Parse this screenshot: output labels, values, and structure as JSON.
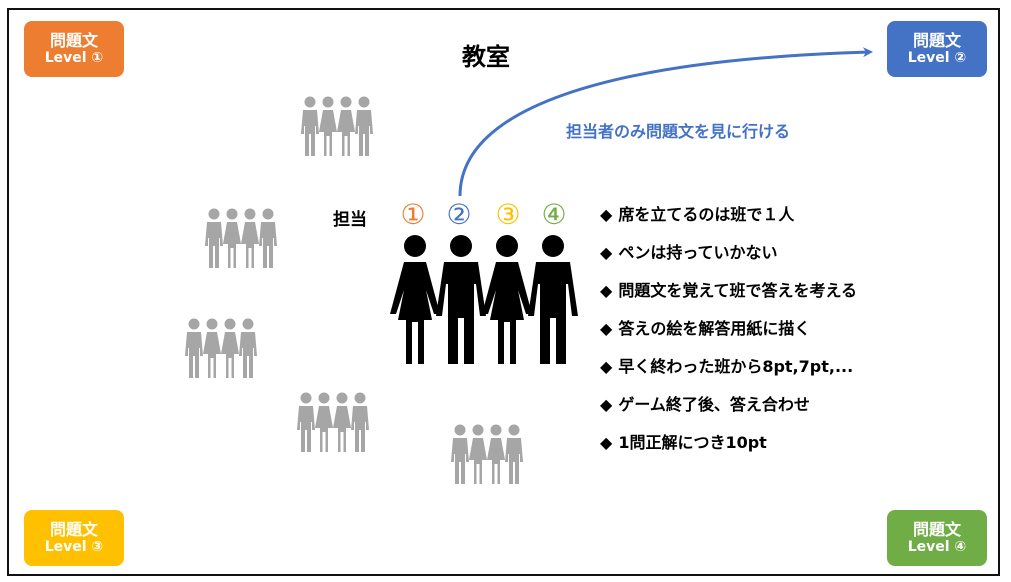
{
  "room_title": "教室",
  "caption": "担当者のみ問題文を見に行ける",
  "tanto_label": "担当",
  "number_labels": [
    "①",
    "②",
    "③",
    "④"
  ],
  "level_boxes": [
    {
      "title": "問題文",
      "level": "Level ①",
      "color": "#ED7D31"
    },
    {
      "title": "問題文",
      "level": "Level ②",
      "color": "#4472C4"
    },
    {
      "title": "問題文",
      "level": "Level ③",
      "color": "#FFC000"
    },
    {
      "title": "問題文",
      "level": "Level ④",
      "color": "#70AD47"
    }
  ],
  "rules": [
    "席を立てるのは班で１人",
    "ペンは持っていかない",
    "問題文を覚えて班で答えを考える",
    "答えの絵を解答用紙に描く",
    "早く終わった班から8pt,7pt,...",
    "ゲーム終了後、答え合わせ",
    "1問正解につき10pt"
  ],
  "rule_bullet": "◆",
  "colors": {
    "arrow": "#4472C4",
    "caption": "#4472C4",
    "team_gray": "#A6A6A6",
    "main_team": "#000000"
  },
  "icons": {
    "small_group": "people-group-icon",
    "main_group": "four-people-holding-hands-icon",
    "arrow": "curved-arrow-icon"
  }
}
